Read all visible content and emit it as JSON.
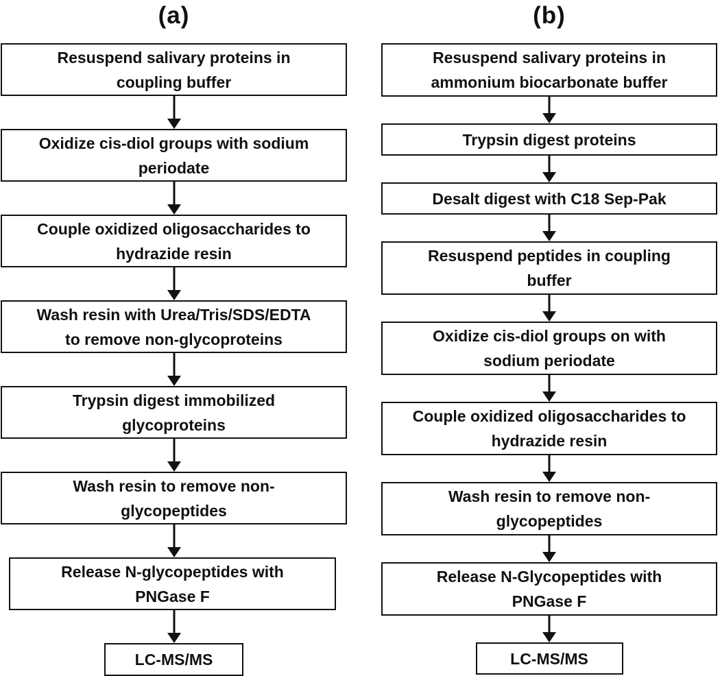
{
  "colors": {
    "ink": "#111111",
    "paper": "#ffffff"
  },
  "flow_a": {
    "title": "(a)",
    "steps": [
      {
        "text": "Resuspend salivary proteins in\ncoupling buffer"
      },
      {
        "text": "Oxidize cis-diol groups with sodium\nperiodate"
      },
      {
        "text": "Couple oxidized oligosaccharides to\nhydrazide resin"
      },
      {
        "text": "Wash resin with Urea/Tris/SDS/EDTA\nto remove non-glycoproteins"
      },
      {
        "text": "Trypsin digest immobilized\nglycoproteins"
      },
      {
        "text": "Wash resin to remove non-\nglycopeptides"
      },
      {
        "text": "Release N-glycopeptides with\nPNGase F"
      },
      {
        "text": "LC-MS/MS"
      }
    ]
  },
  "flow_b": {
    "title": "(b)",
    "steps": [
      {
        "text": "Resuspend salivary proteins in\nammonium biocarbonate buffer"
      },
      {
        "text": "Trypsin digest proteins"
      },
      {
        "text": "Desalt digest with C18 Sep-Pak"
      },
      {
        "text": "Resuspend peptides in coupling\nbuffer"
      },
      {
        "text": "Oxidize cis-diol groups on with\nsodium periodate"
      },
      {
        "text": "Couple oxidized oligosaccharides to\nhydrazide resin"
      },
      {
        "text": "Wash resin to remove non-\nglycopeptides"
      },
      {
        "text": "Release N-Glycopeptides with\nPNGase F"
      },
      {
        "text": "LC-MS/MS"
      }
    ]
  }
}
